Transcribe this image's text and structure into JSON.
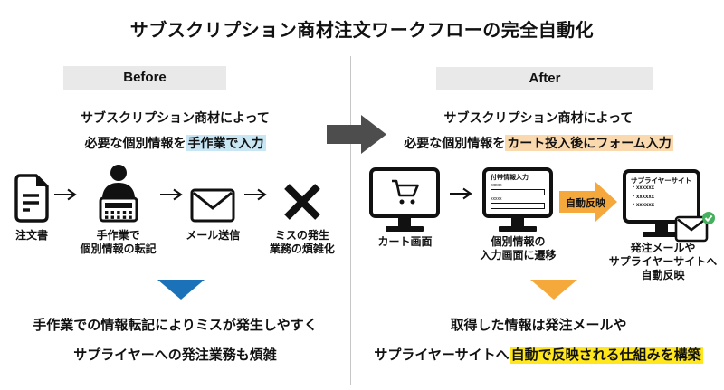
{
  "title": "サブスクリプション商材注文ワークフローの完全自動化",
  "colors": {
    "highlight_blue": "#c8e6f3",
    "highlight_orange": "#f9d9ad",
    "highlight_yellow": "#ffe71c",
    "triangle_blue": "#1b72b9",
    "accent_orange": "#f5a93c",
    "arrow_dark": "#4d4d4d",
    "header_bg": "#e9e9e9",
    "check_green": "#45b05e"
  },
  "before": {
    "header": "Before",
    "desc": {
      "line1": "サブスクリプション商材によって",
      "line2_plain": "必要な個別情報を",
      "line2_highlight": "手作業で入力"
    },
    "steps": [
      {
        "label1": "注文書",
        "label2": ""
      },
      {
        "label1": "手作業で",
        "label2": "個別情報の転記"
      },
      {
        "label1": "メール送信",
        "label2": ""
      },
      {
        "label1": "ミスの発生",
        "label2": "業務の煩雑化"
      }
    ],
    "conclusion": {
      "line1": "手作業での情報転記によりミスが発生しやすく",
      "line2": "サプライヤーへの発注業務も煩雑"
    }
  },
  "after": {
    "header": "After",
    "desc": {
      "line1": "サブスクリプション商材によって",
      "line2_plain": "必要な個別情報を",
      "line2_highlight": "カート投入後にフォーム入力"
    },
    "cart_monitor": {
      "label": "カート画面"
    },
    "form_monitor": {
      "screen_title": "付帯情報入力",
      "field1_label": "xxxxx",
      "field2_label": "xxxxx",
      "label1": "個別情報の",
      "label2": "入力画面に遷移"
    },
    "auto_arrow_label": "自動反映",
    "supplier_monitor": {
      "screen_title": "サプライヤーサイト",
      "item1": "・xxxxxx",
      "item2": "・xxxxxx",
      "item3": "・xxxxxx",
      "label1": "発注メールや",
      "label2": "サプライヤーサイトへ",
      "label3": "自動反映"
    },
    "conclusion": {
      "line1": "取得した情報は発注メールや",
      "line2_plain": "サプライヤーサイトへ",
      "line2_highlight": "自動で反映される仕組みを構築"
    }
  }
}
